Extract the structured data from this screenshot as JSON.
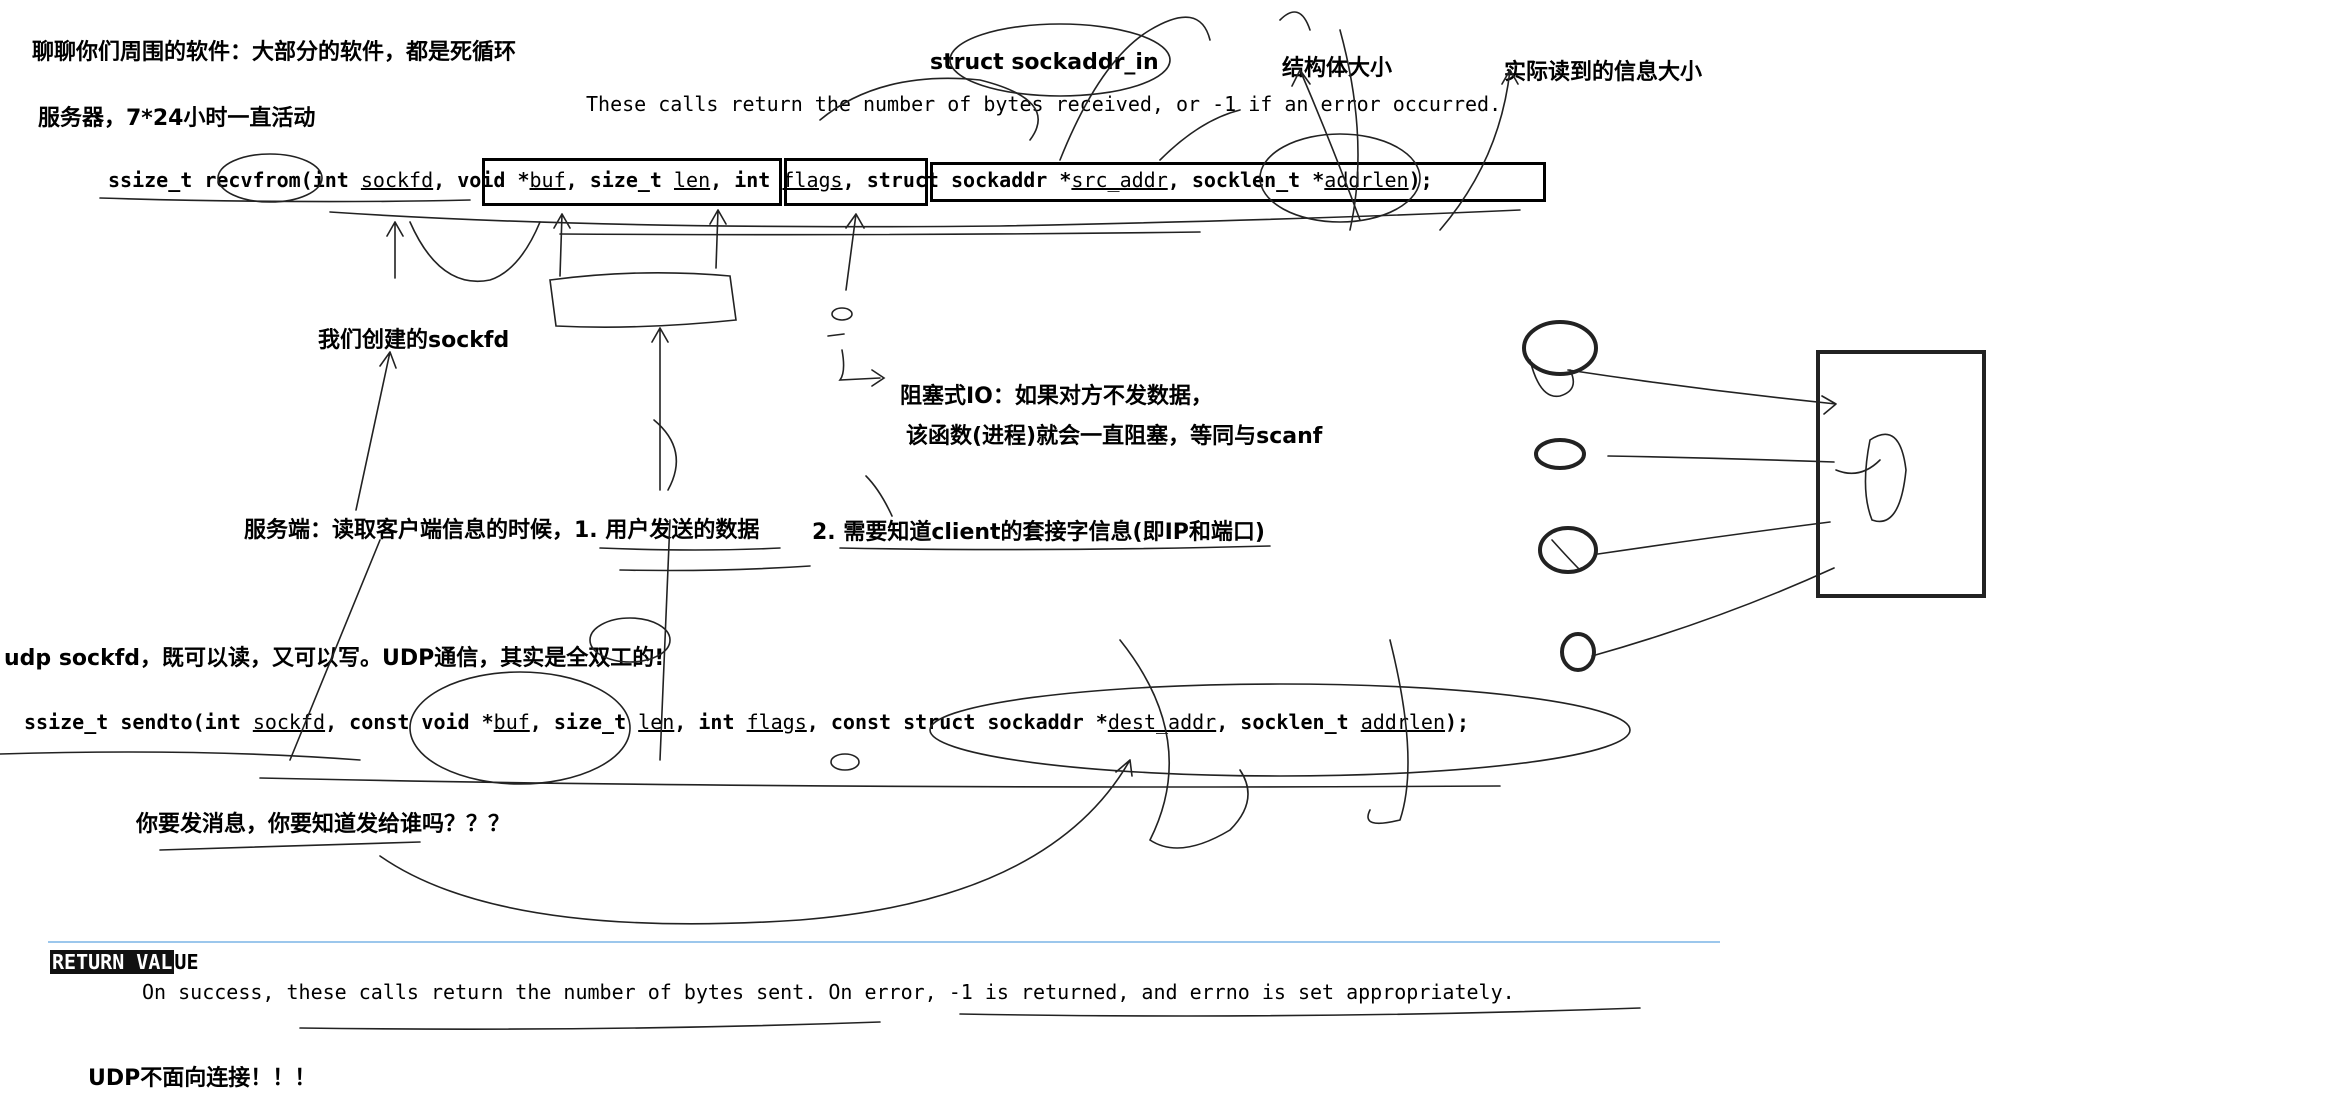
{
  "notes": {
    "title_software": "聊聊你们周围的软件：大部分的软件，都是死循环",
    "server_247": "服务器，7*24小时一直活动",
    "struct_in": "struct sockaddr_in",
    "struct_size": "结构体大小",
    "actual_read": "实际读到的信息大小",
    "created_sockfd": "我们创建的sockfd",
    "blocking_io_1": "阻塞式IO：如果对方不发数据，",
    "blocking_io_2": "该函数(进程)就会一直阻塞，等同与scanf",
    "server_read": "服务端：读取客户端信息的时候，1. 用户发送的数据",
    "need_client": "2. 需要知道client的套接字信息(即IP和端口)",
    "udp_duplex": "udp sockfd，既可以读，又可以写。UDP通信，其实是全双工的!",
    "send_who": "你要发消息，你要知道发给谁吗？？？",
    "udp_no_conn": "UDP不面向连接！！！"
  },
  "man_text": {
    "recv_return": "These calls return the number of bytes received, or -1 if an error occurred.",
    "return_value_heading_hl": "RETURN VAL",
    "return_value_heading_rest": "UE",
    "send_return": "On success, these calls return the number of bytes sent.  On error, -1 is returned, and errno is set appropriately."
  },
  "recvfrom": {
    "ret": "ssize_t",
    "name": "recvfrom",
    "p1_type": "(int ",
    "p1_name": "sockfd",
    "p2_type": "void *",
    "p2_name": "buf",
    "p3_type": "size_t ",
    "p3_name": "len",
    "p4_type": "int ",
    "p4_name": "flags",
    "p5_type": "struct sockaddr *",
    "p5_name": "src_addr",
    "p6_type": "socklen_t *",
    "p6_name": "addrlen",
    "end": ");"
  },
  "sendto": {
    "ret": "ssize_t",
    "name": "sendto",
    "p1_type": "(int ",
    "p1_name": "sockfd",
    "p2_type": "const void *",
    "p2_name": "buf",
    "p3_type": "size_t ",
    "p3_name": "len",
    "p4_type": "int ",
    "p4_name": "flags",
    "p5_type": "const struct sockaddr *",
    "p5_name": "dest_addr",
    "p6_type": "socklen_t ",
    "p6_name": "addrlen",
    "end": ");"
  }
}
